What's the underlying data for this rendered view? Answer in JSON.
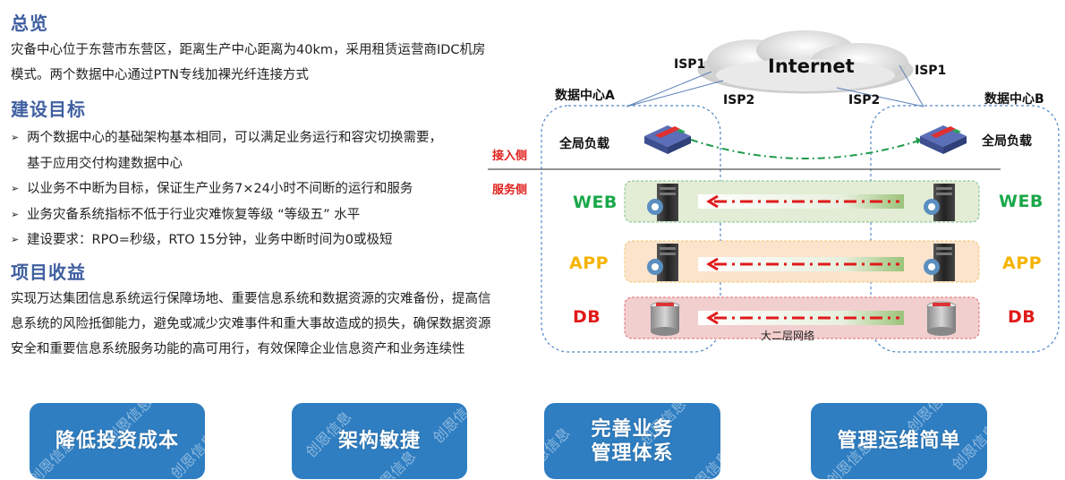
{
  "overview": {
    "title": "总览",
    "text": "灾备中心位于东营市东营区，距离生产中心距离为40km，采用租赁运营商IDC机房模式。两个数据中心通过PTN专线加裸光纤连接方式"
  },
  "goals": {
    "title": "建设目标",
    "bullet_icon": "arrow-bullet-icon",
    "items": [
      {
        "line1": "两个数据中心的基础架构基本相同，可以满足业务运行和容灾切换需要，",
        "line2": "基于应用交付构建数据中心"
      },
      {
        "line1": "以业务不中断为目标，保证生产业务7×24小时不间断的运行和服务",
        "line2": ""
      },
      {
        "line1": "业务灾备系统指标不低于行业灾难恢复等级 “等级五” 水平",
        "line2": ""
      },
      {
        "line1": "建设要求：RPO=秒级，RTO   15分钟，业务中断时间为0或极短",
        "line2": ""
      }
    ]
  },
  "benefits_text": {
    "title": "项目收益",
    "text": "实现万达集团信息系统运行保障场地、重要信息系统和数据资源的灾难备份，提高信息系统的风险抵御能力，避免或减少灾难事件和重大事故造成的损失，确保数据资源安全和重要信息系统服务功能的高可用行，有效保障企业信息资产和业务连续性"
  },
  "benefit_buttons": [
    {
      "label": "降低投资成本"
    },
    {
      "label": "架构敏捷"
    },
    {
      "label": "完善业务\n管理体系"
    },
    {
      "label": "管理运维简单"
    }
  ],
  "watermark": "创恩信息",
  "diagram": {
    "internet_label": "Internet",
    "isp_labels": {
      "a_isp1": "ISP1",
      "a_isp2": "ISP2",
      "b_isp1": "ISP1",
      "b_isp2": "ISP2"
    },
    "datacenter_a": "数据中心A",
    "datacenter_b": "数据中心B",
    "gslb_a": "全局负载",
    "gslb_b": "全局负载",
    "access_side": "接入侧",
    "service_side": "服务侧",
    "tiers": [
      {
        "name": "WEB",
        "color": "#1aa84a",
        "band": "#e3edd5",
        "border": "#7bbf8c"
      },
      {
        "name": "APP",
        "color": "#f5b400",
        "band": "#fbe3cc",
        "border": "#f2c46b"
      },
      {
        "name": "DB",
        "color": "#e01a1a",
        "band": "#f2cfcf",
        "border": "#e06a6a"
      }
    ],
    "l2_network": "大二层网络",
    "colors": {
      "dc_border": "#4f86c6",
      "isp_line": "#5b7fb8",
      "gslb_link": "#1f9a4a",
      "replication_arrow": "#e01a1a",
      "divider": "#555555"
    }
  },
  "colors": {
    "heading": "#3f5fa0",
    "button_bg": "#2f7ec2",
    "button_text": "#ffffff"
  }
}
